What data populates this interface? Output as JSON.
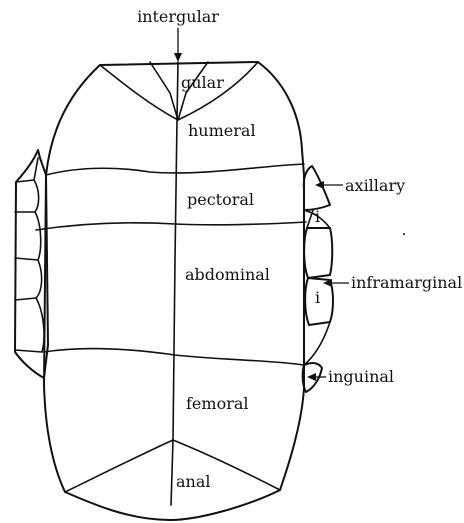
{
  "labels": {
    "intergular": "intergular",
    "gular": "gular",
    "humeral": "humeral",
    "pectoral": "pectoral",
    "abdominal": "abdominal",
    "femoral": "femoral",
    "anal": "anal",
    "axillary": "axillary",
    "inframarginal": "inframarginal",
    "inguinal": "inguinal",
    "i_upper": "i",
    "i_lower": "i"
  }
}
